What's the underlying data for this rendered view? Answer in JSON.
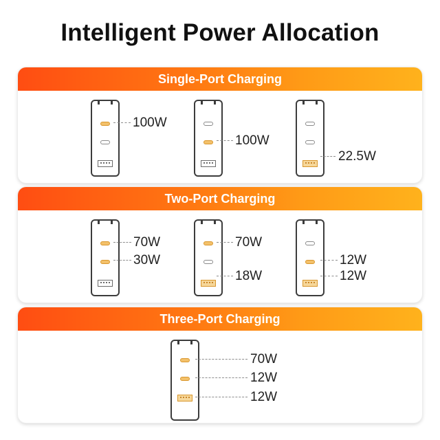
{
  "title": "Intelligent Power Allocation",
  "colors": {
    "header_start": "#ff4d12",
    "header_end": "#ffb21c",
    "active_port": "#f3c16b"
  },
  "panels": [
    {
      "header": "Single-Port Charging",
      "chargers": [
        {
          "ports": [
            "usb-c-active",
            "usb-c",
            "usb-a"
          ],
          "watts": [
            "100W"
          ]
        },
        {
          "ports": [
            "usb-c",
            "usb-c-active",
            "usb-a"
          ],
          "watts": [
            "100W"
          ]
        },
        {
          "ports": [
            "usb-c",
            "usb-c",
            "usb-a-active"
          ],
          "watts": [
            "22.5W"
          ]
        }
      ]
    },
    {
      "header": "Two-Port Charging",
      "chargers": [
        {
          "ports": [
            "usb-c-active",
            "usb-c-active",
            "usb-a"
          ],
          "watts": [
            "70W",
            "30W"
          ]
        },
        {
          "ports": [
            "usb-c-active",
            "usb-c",
            "usb-a-active"
          ],
          "watts": [
            "70W",
            "18W"
          ]
        },
        {
          "ports": [
            "usb-c",
            "usb-c-active",
            "usb-a-active"
          ],
          "watts": [
            "12W",
            "12W"
          ]
        }
      ]
    },
    {
      "header": "Three-Port Charging",
      "chargers": [
        {
          "ports": [
            "usb-c-active",
            "usb-c-active",
            "usb-a-active"
          ],
          "watts": [
            "70W",
            "12W",
            "12W"
          ]
        }
      ]
    }
  ]
}
